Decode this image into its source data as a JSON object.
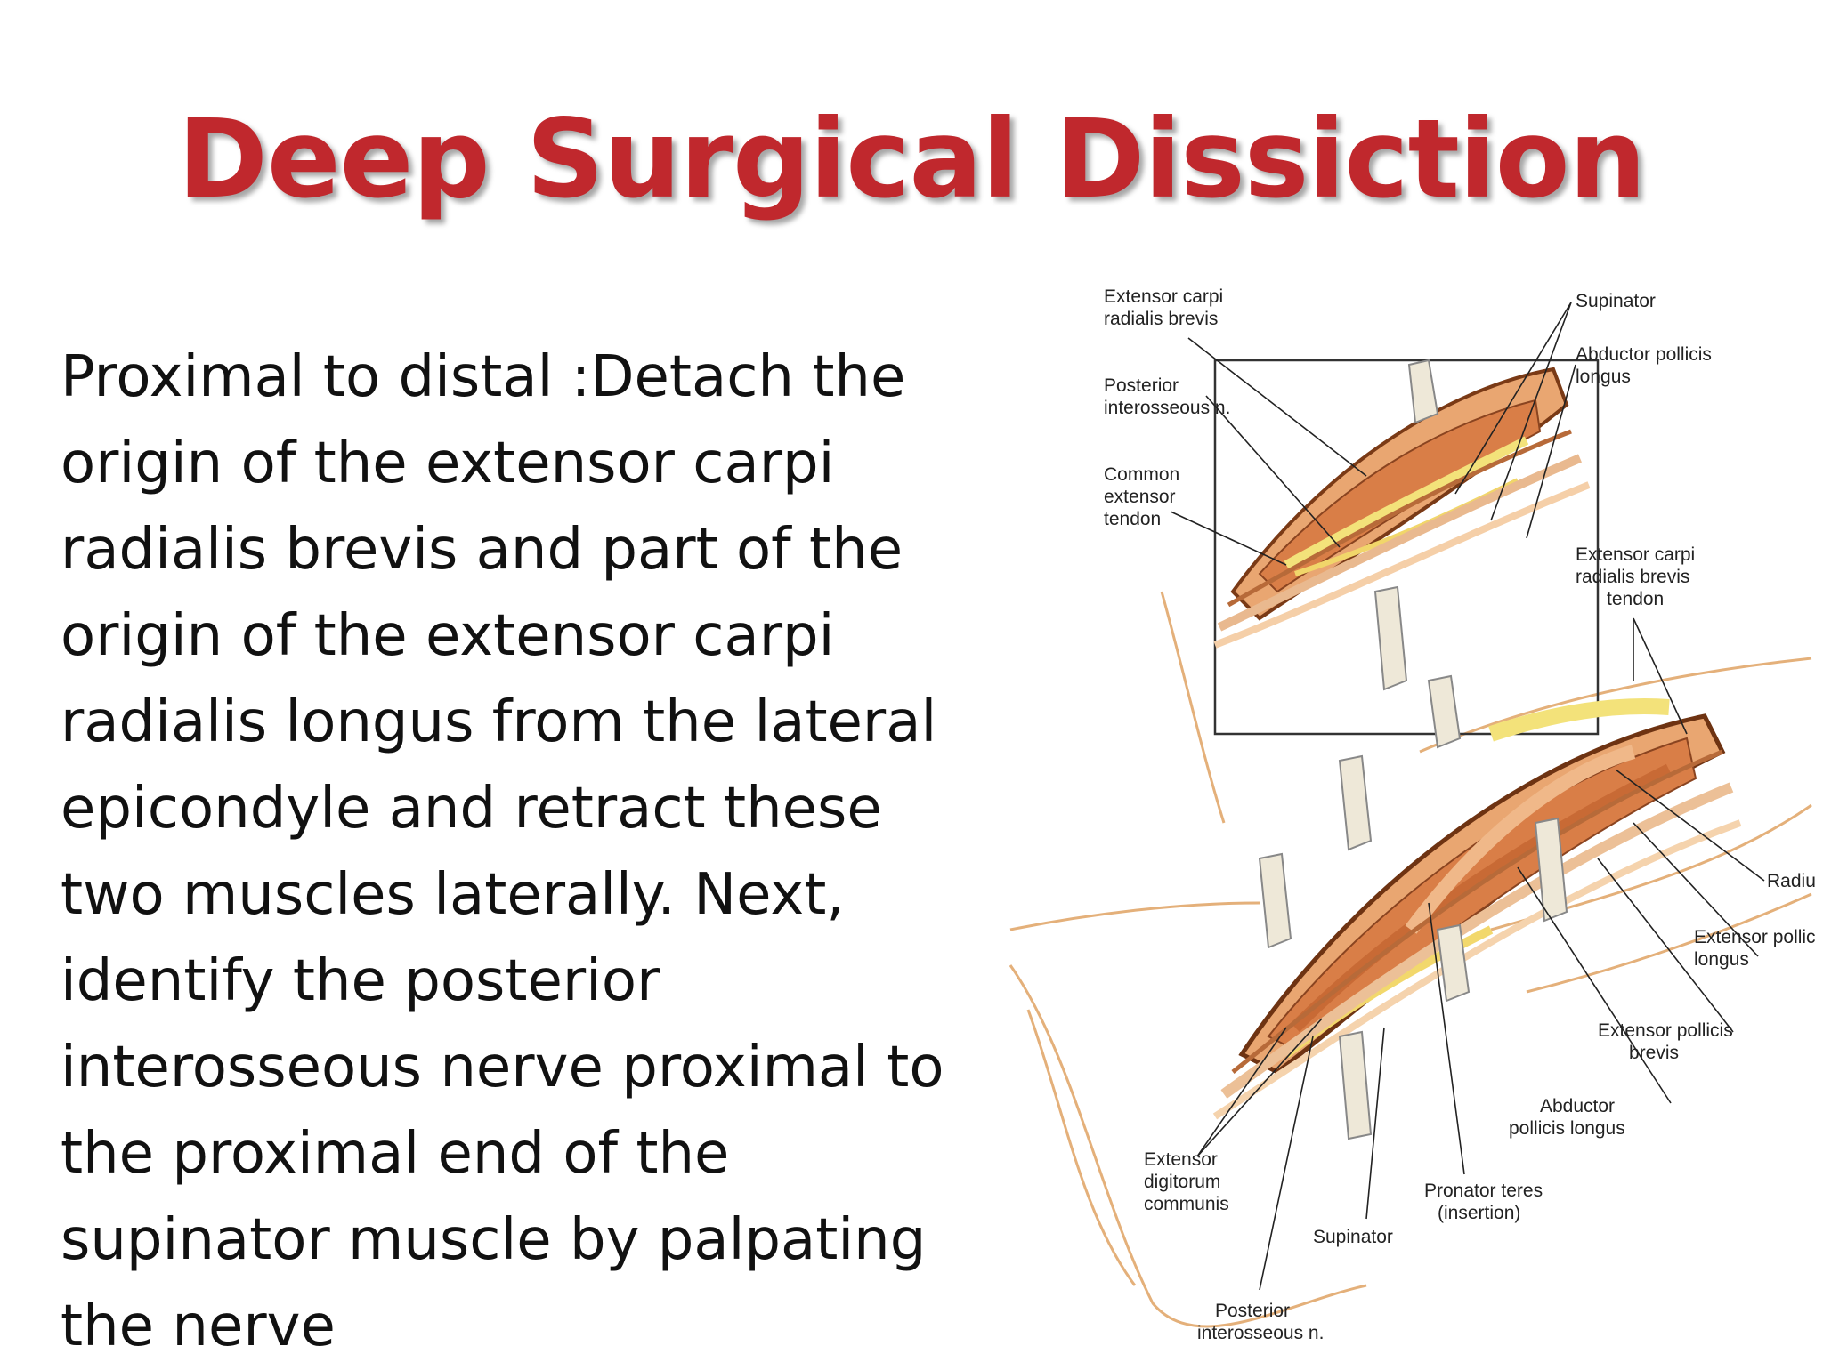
{
  "slide": {
    "title": "Deep Surgical Dissiction",
    "body_lines": [
      "Proximal to distal :Detach the",
      "origin of the extensor carpi",
      "radialis brevis and part of the",
      "origin of the extensor carpi",
      "radialis longus from the lateral",
      "epicondyle and retract these",
      "two muscles laterally. Next,",
      "identify the posterior",
      "interosseous nerve proximal to",
      "the proximal end of the",
      "supinator muscle by palpating",
      "the nerve"
    ]
  },
  "figure": {
    "labels": {
      "ecrb_1": "Extensor carpi",
      "ecrb_2": "radialis brevis",
      "pin_1": "Posterior",
      "pin_2": "interosseous n.",
      "cet_1": "Common",
      "cet_2": "extensor",
      "cet_3": "tendon",
      "sup_top": "Supinator",
      "apl_top_1": "Abductor pollicis",
      "apl_top_2": "longus",
      "ecrbt_1": "Extensor carpi",
      "ecrbt_2": "radialis brevis",
      "ecrbt_3": "tendon",
      "radius": "Radius",
      "epl_1": "Extensor pollicis",
      "epl_2": "longus",
      "epb_1": "Extensor pollicis",
      "epb_2": "brevis",
      "apl_bot_1": "Abductor",
      "apl_bot_2": "pollicis longus",
      "edc_1": "Extensor",
      "edc_2": "digitorum",
      "edc_3": "communis",
      "pt_1": "Pronator teres",
      "pt_2": "(insertion)",
      "sup_bot": "Supinator",
      "pin_bot_1": "Posterior",
      "pin_bot_2": "interosseous n."
    }
  }
}
